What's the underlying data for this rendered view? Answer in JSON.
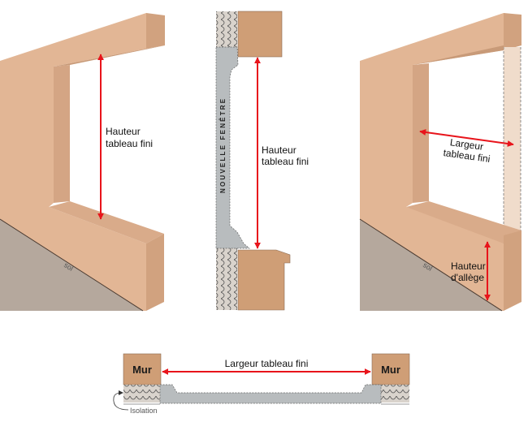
{
  "colors": {
    "wall_front": "#e2b695",
    "wall_side": "#d1a27f",
    "ground": "#b5a89d",
    "arrow": "#e8141b",
    "window_profile": "#b8bcbe",
    "brick": "#cf9e76"
  },
  "left_view": {
    "label_line1": "Hauteur",
    "label_line2": "tableau fini",
    "ground_label": "sol"
  },
  "section_view": {
    "window_label": "NOUVELLE FENÊTRE",
    "label_line1": "Hauteur",
    "label_line2": "tableau fini"
  },
  "right_view": {
    "width_label_line1": "Largeur",
    "width_label_line2": "tableau fini",
    "sill_label_line1": "Hauteur",
    "sill_label_line2": "d'allège",
    "ground_label": "sol"
  },
  "plan_view": {
    "wall_left": "Mur",
    "wall_right": "Mur",
    "width_label": "Largeur tableau fini",
    "insulation_label": "Isolation"
  }
}
